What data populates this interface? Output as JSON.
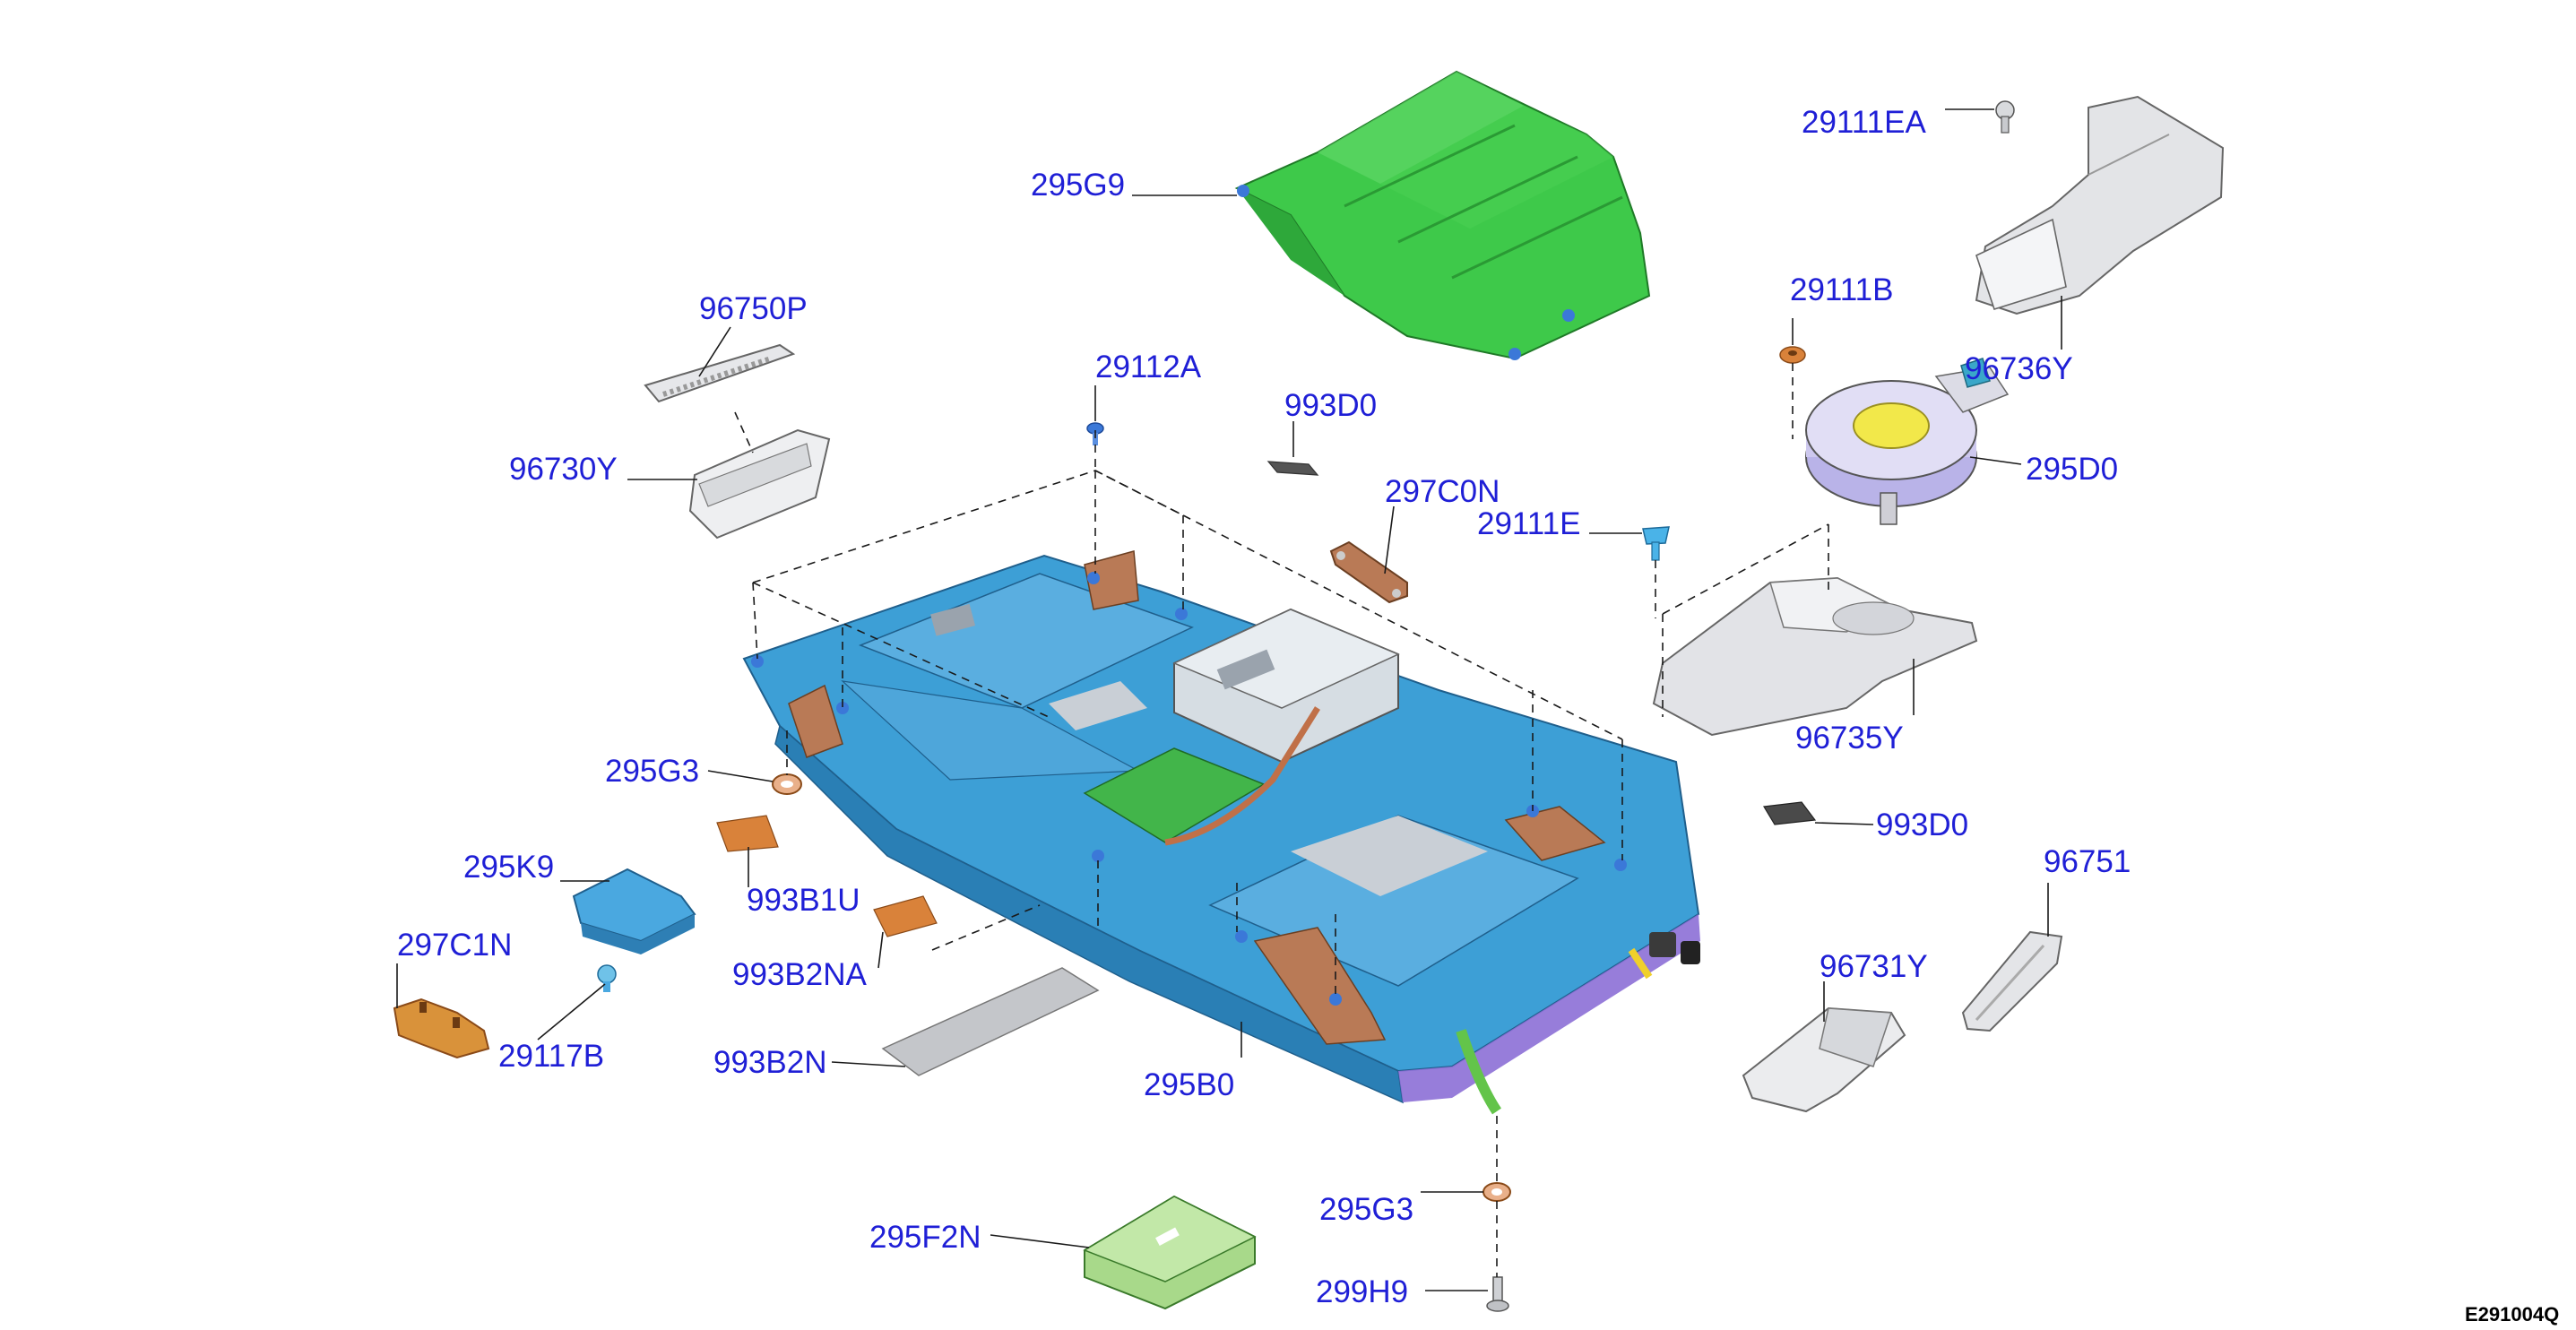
{
  "diagram_code": "E291004Q",
  "colors": {
    "label_text": "#1f1fd6",
    "cover_green": "#3ec94a",
    "pack_blue": "#3d9fd6",
    "bracket_copper": "#b97a56",
    "pad_orange": "#d9823a",
    "module_gray": "#c9cfd6",
    "part_silver": "#e2e4e8",
    "pcb_green": "#42b54a"
  },
  "parts": [
    {
      "key": "p_295g9",
      "label": "295G9"
    },
    {
      "key": "p_29111ea",
      "label": "29111EA"
    },
    {
      "key": "p_96736y",
      "label": "96736Y"
    },
    {
      "key": "p_96750p",
      "label": "96750P"
    },
    {
      "key": "p_29112a",
      "label": "29112A"
    },
    {
      "key": "p_993d0_top",
      "label": "993D0"
    },
    {
      "key": "p_29111b",
      "label": "29111B"
    },
    {
      "key": "p_96730y",
      "label": "96730Y"
    },
    {
      "key": "p_297c0n",
      "label": "297C0N"
    },
    {
      "key": "p_295d0",
      "label": "295D0"
    },
    {
      "key": "p_29111e",
      "label": "29111E"
    },
    {
      "key": "p_96735y",
      "label": "96735Y"
    },
    {
      "key": "p_295g3_left",
      "label": "295G3"
    },
    {
      "key": "p_993d0_right",
      "label": "993D0"
    },
    {
      "key": "p_295k9",
      "label": "295K9"
    },
    {
      "key": "p_993b1u",
      "label": "993B1U"
    },
    {
      "key": "p_96751",
      "label": "96751"
    },
    {
      "key": "p_297c1n",
      "label": "297C1N"
    },
    {
      "key": "p_993b2na",
      "label": "993B2NA"
    },
    {
      "key": "p_96731y",
      "label": "96731Y"
    },
    {
      "key": "p_29117b",
      "label": "29117B"
    },
    {
      "key": "p_993b2n",
      "label": "993B2N"
    },
    {
      "key": "p_295b0",
      "label": "295B0"
    },
    {
      "key": "p_295g3_bottom",
      "label": "295G3"
    },
    {
      "key": "p_295f2n",
      "label": "295F2N"
    },
    {
      "key": "p_299h9",
      "label": "299H9"
    }
  ]
}
